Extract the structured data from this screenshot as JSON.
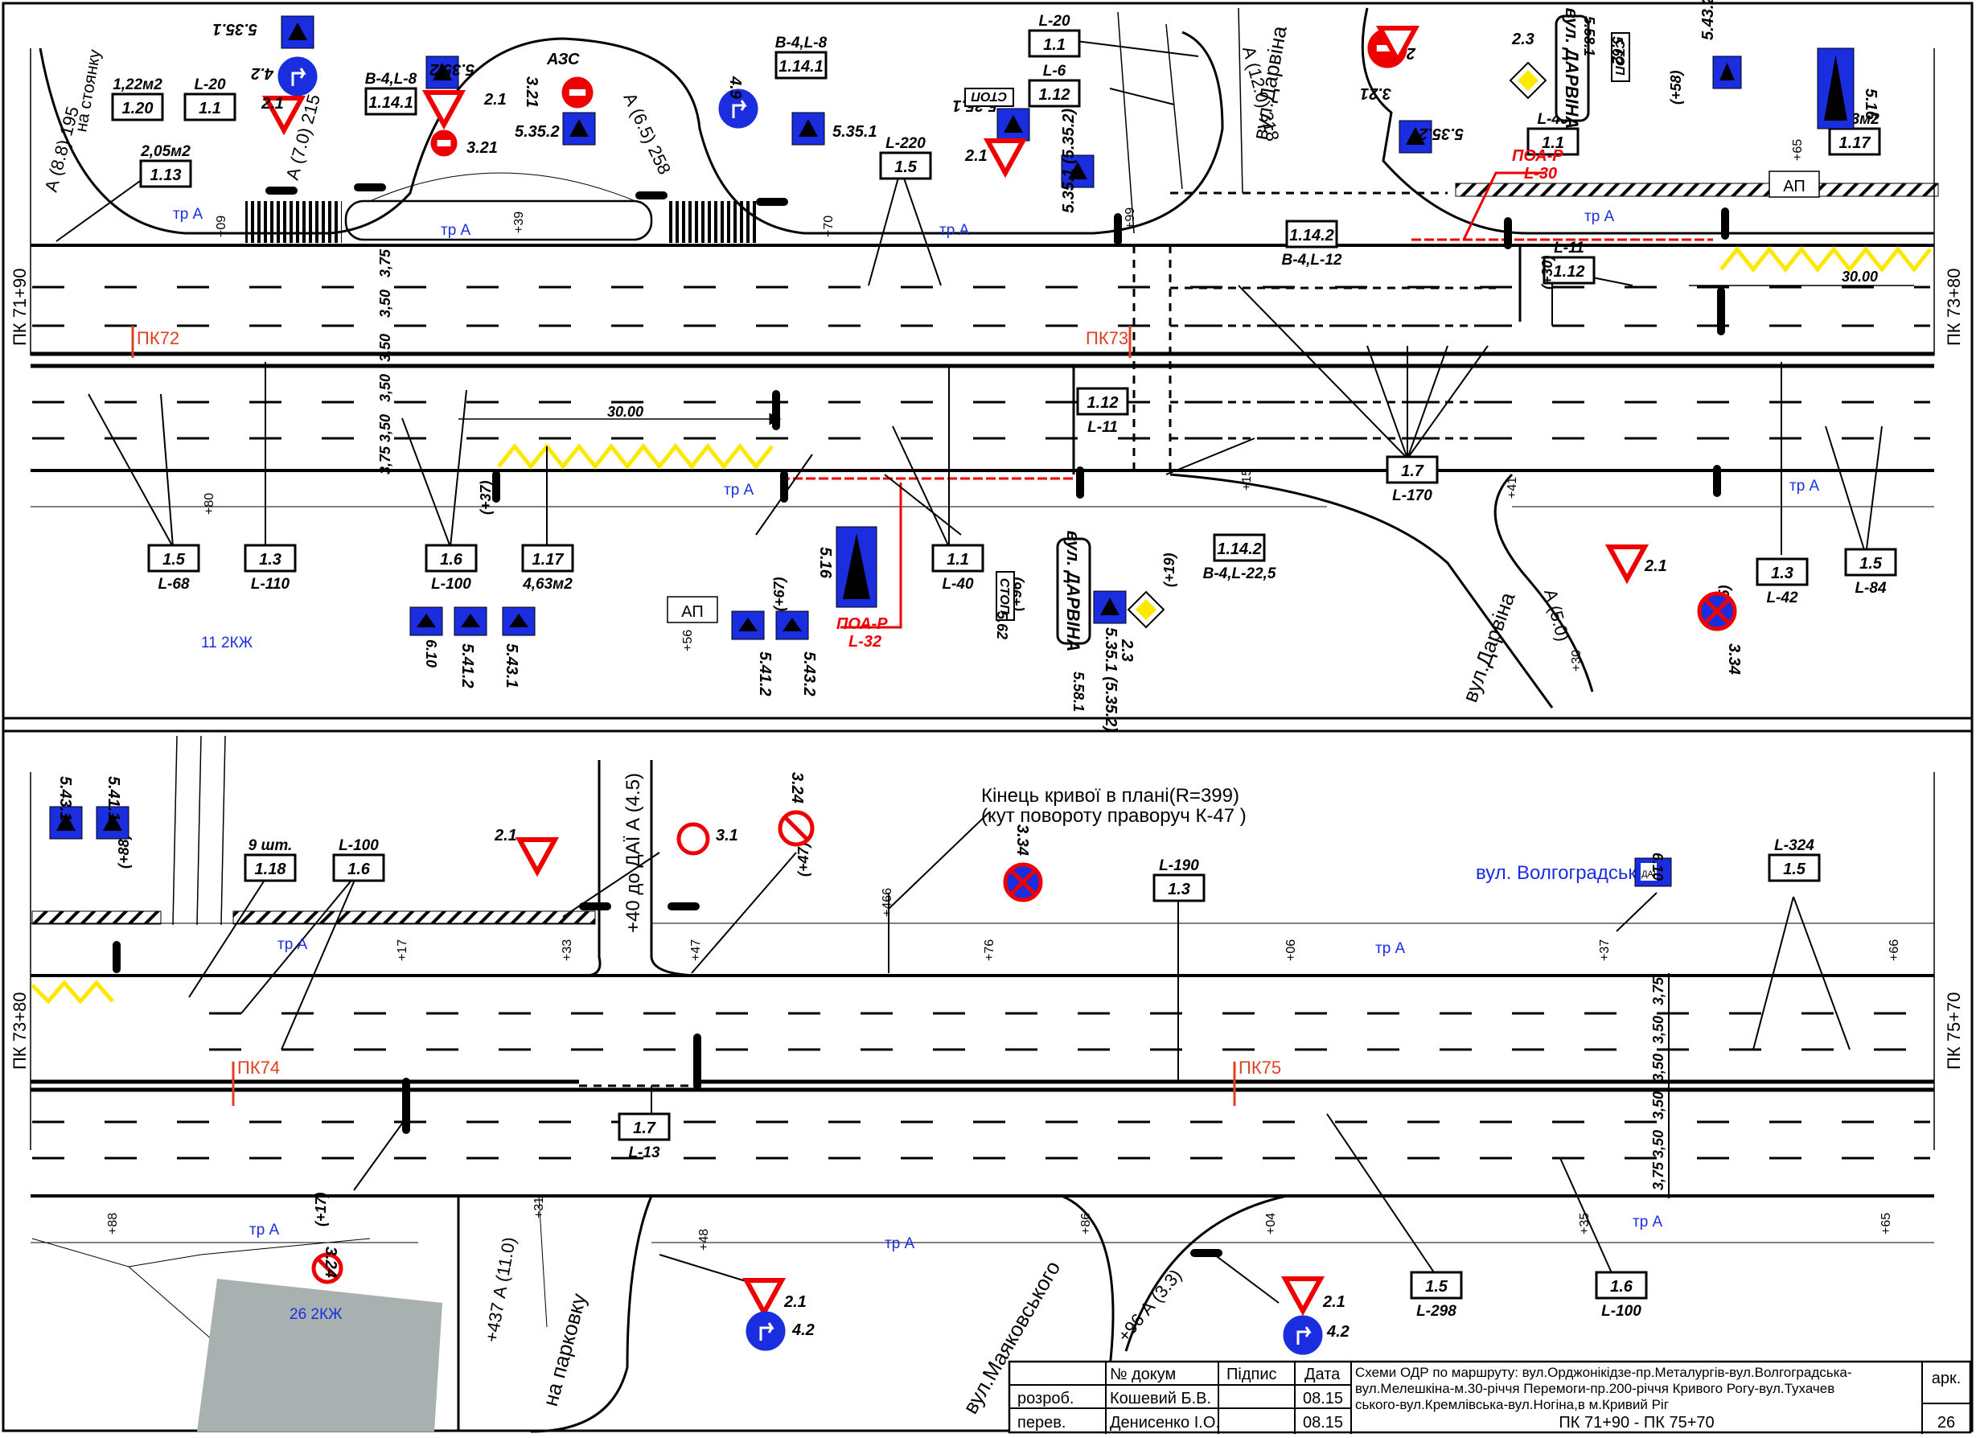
{
  "stations": {
    "top_left": "ПК 71+90",
    "top_right": "ПК 73+80",
    "bottom_left": "ПК 73+80",
    "bottom_right": "ПК 75+70",
    "pk72": "ПК72",
    "pk73": "ПК73",
    "pk74": "ПК74",
    "pk75": "ПК75"
  },
  "streets": {
    "darvina_top": "вул.Дарвіна",
    "darvina_bottom": "вул.Дарвіна",
    "volgogradska": "вул. Волгоградська",
    "mayakovskoho": "вул.Маяковського",
    "na_stoyanku": "на стоянку",
    "na_parkovku": "на парковку",
    "do_dai": "+40 до ДАЇ А (4.5)"
  },
  "curve_note": {
    "line1": "Кінець кривої в плані(R=399)",
    "line2": "(кут повороту праворуч К-47 )"
  },
  "abbreviations": {
    "tram": "тр А",
    "ap": "АП",
    "azs": "АЗС",
    "kzh11": "11    2КЖ",
    "kzh26": "26    2КЖ"
  },
  "lane_widths": [
    "3,75",
    "3,50",
    "3,50",
    "3,50",
    "3,50",
    "3,75"
  ],
  "dimension": "30.00",
  "top_markings": [
    {
      "id": "m120",
      "code": "1.20",
      "sub": "1,22м2"
    },
    {
      "id": "m11a",
      "code": "1.1",
      "sub": "L-20"
    },
    {
      "id": "m113",
      "code": "1.13",
      "sub": "2,05м2"
    },
    {
      "id": "m1141a",
      "code": "1.14.1",
      "sub": "В-4,L-8"
    },
    {
      "id": "m1141b",
      "code": "1.14.1",
      "sub": "В-4,L-8"
    },
    {
      "id": "m15a",
      "code": "1.5",
      "sub": "L-220"
    },
    {
      "id": "m11b",
      "code": "1.1",
      "sub": "L-20"
    },
    {
      "id": "m112a",
      "code": "1.12",
      "sub": "L-6"
    },
    {
      "id": "m1142a",
      "code": "1.14.2",
      "sub": "В-4,L-12"
    },
    {
      "id": "m11c",
      "code": "1.1",
      "sub": "L-40"
    },
    {
      "id": "m112b",
      "code": "1.12",
      "sub": "L-11"
    },
    {
      "id": "m117a",
      "code": "1.17",
      "sub": "4,63м2"
    },
    {
      "id": "m15b",
      "code": "1.5",
      "sub": "L-68"
    },
    {
      "id": "m13a",
      "code": "1.3",
      "sub": "L-110"
    },
    {
      "id": "m16a",
      "code": "1.6",
      "sub": "L-100"
    },
    {
      "id": "m117b",
      "code": "1.17",
      "sub": "4,63м2"
    },
    {
      "id": "m11d",
      "code": "1.1",
      "sub": "L-40"
    },
    {
      "id": "m112c",
      "code": "1.12",
      "sub": "L-11"
    },
    {
      "id": "m1142b",
      "code": "1.14.2",
      "sub": "В-4,L-22,5"
    },
    {
      "id": "m17a",
      "code": "1.7",
      "sub": "L-170"
    },
    {
      "id": "m13b",
      "code": "1.3",
      "sub": "L-42"
    },
    {
      "id": "m15c",
      "code": "1.5",
      "sub": "L-84"
    }
  ],
  "bottom_markings": [
    {
      "id": "m118",
      "code": "1.18",
      "sub": "9 шт."
    },
    {
      "id": "m16b",
      "code": "1.6",
      "sub": "L-100"
    },
    {
      "id": "m13c",
      "code": "1.3",
      "sub": "L-190"
    },
    {
      "id": "m15d",
      "code": "1.5",
      "sub": "L-324"
    },
    {
      "id": "m17b",
      "code": "1.7",
      "sub": "L-13"
    },
    {
      "id": "m15e",
      "code": "1.5",
      "sub": "L-298"
    },
    {
      "id": "m16c",
      "code": "1.6",
      "sub": "L-100"
    }
  ],
  "signs": {
    "s21": "2.1",
    "s23": "2.3",
    "s24": "2.4",
    "s31": "3.1",
    "s321": "3.21",
    "s324": "3.24",
    "s334": "3.34",
    "s42": "4.2",
    "s49": "4.9",
    "s5352": "5.35.2",
    "s5351": "5.35.1",
    "s5412": "5.41.2",
    "s5411": "5.41.1",
    "s5431": "5.43.1",
    "s5432": "5.43.2",
    "s516": "5.16",
    "s562": "5.62",
    "s5581": "5.58.1",
    "s610": "6.10",
    "s5351b": "5.35.1 (5.35.2)"
  },
  "offsets": [
    "+09",
    "+39",
    "+70",
    "+99",
    "+15",
    "+41",
    "+65",
    "+80",
    "+56",
    "+30",
    "+17",
    "+33",
    "+47",
    "+466",
    "+76",
    "+06",
    "+37",
    "+66",
    "+88",
    "+48",
    "+86",
    "+04",
    "+35",
    "+65",
    "+31"
  ],
  "pole_marks": [
    "(+37)",
    "(+67)",
    "(+96)",
    "(+19)",
    "(+65)",
    "(+30)",
    "(+58)",
    "(+88)",
    "(+47)",
    "(+17)"
  ],
  "road_dims": {
    "a88": "А (8.8) 195",
    "a70": "А (7.0) 215",
    "a65": "А (6.5) 258",
    "a120": "А (12.0) 318",
    "a50": "А (5.0)",
    "a110": "+437 А (11.0)",
    "a33": "+96  А (3.3)"
  },
  "poa": [
    {
      "code": "ПОА-Р",
      "len": "L-30"
    },
    {
      "code": "ПОА-Р",
      "len": "L-32"
    }
  ],
  "darvina_plate": "вул. ДАРВІНА",
  "stop_text": "СТОП",
  "dai_text": "ДАІ",
  "title_block": {
    "headers": {
      "ndoc": "№ докум",
      "sign": "Підпис",
      "date": "Дата"
    },
    "row1": {
      "role": "розроб.",
      "name": "Кошевий Б.В.",
      "date": "08.15"
    },
    "row2": {
      "role": "перев.",
      "name": "Денисенко І.О.",
      "date": "08.15"
    },
    "description": [
      "Схеми ОДР по маршруту: вул.Орджонікідзе-пр.Металургів-вул.Волгоградська-",
      "вул.Мелешкіна-м.30-річчя Перемоги-пр.200-річчя Кривого Рогу-вул.Тухачев",
      "ського-вул.Кремлівська-вул.Ногіна,в м.Кривий Ріг"
    ],
    "range": "ПК 71+90 - ПК 75+70",
    "ark_label": "арк.",
    "ark_value": "26"
  }
}
